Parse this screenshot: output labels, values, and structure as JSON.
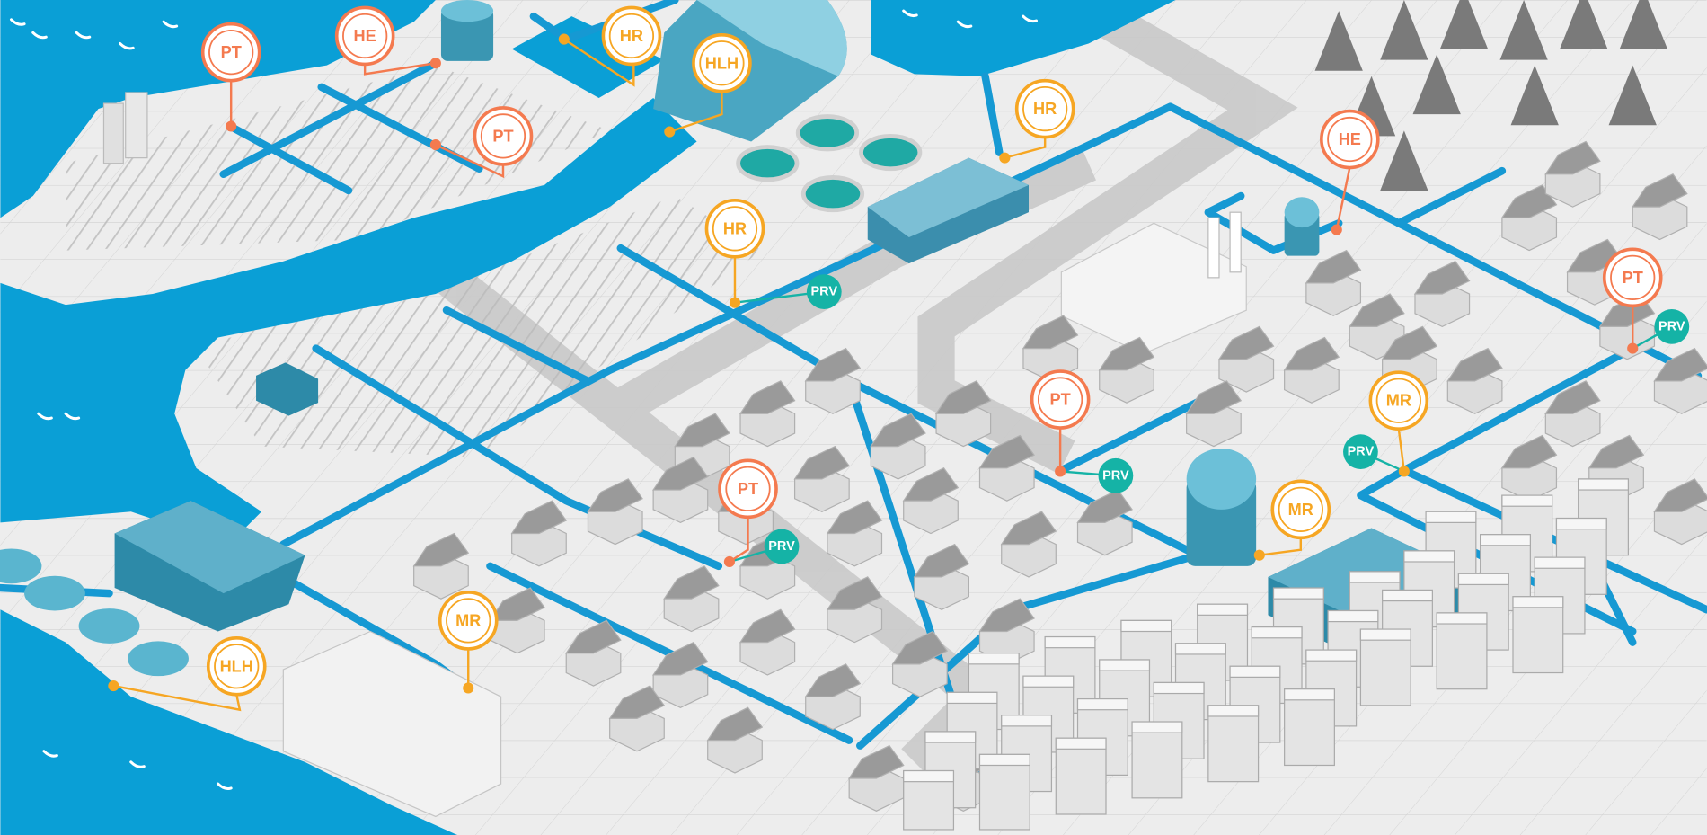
{
  "colors": {
    "water": "#0a9fd6",
    "pipe": "#1699d3",
    "ground": "#ededed",
    "marker_orange": "#f47a4f",
    "marker_yellow": "#f6a623",
    "marker_prv": "#15b3a6",
    "building": "#2d8aa8"
  },
  "markers": [
    {
      "label": "PT",
      "kind": "orange"
    },
    {
      "label": "HE",
      "kind": "orange"
    },
    {
      "label": "HR",
      "kind": "yellow"
    },
    {
      "label": "HLH",
      "kind": "yellow"
    },
    {
      "label": "PT",
      "kind": "orange"
    },
    {
      "label": "HR",
      "kind": "yellow",
      "prv": "PRV"
    },
    {
      "label": "HR",
      "kind": "yellow"
    },
    {
      "label": "HE",
      "kind": "orange"
    },
    {
      "label": "PT",
      "kind": "orange",
      "prv": "PRV"
    },
    {
      "label": "PT",
      "kind": "orange",
      "prv": "PRV"
    },
    {
      "label": "MR",
      "kind": "yellow",
      "prv": "PRV"
    },
    {
      "label": "MR",
      "kind": "yellow"
    },
    {
      "label": "PT",
      "kind": "orange",
      "prv": "PRV"
    },
    {
      "label": "MR",
      "kind": "yellow"
    },
    {
      "label": "HLH",
      "kind": "yellow"
    }
  ]
}
